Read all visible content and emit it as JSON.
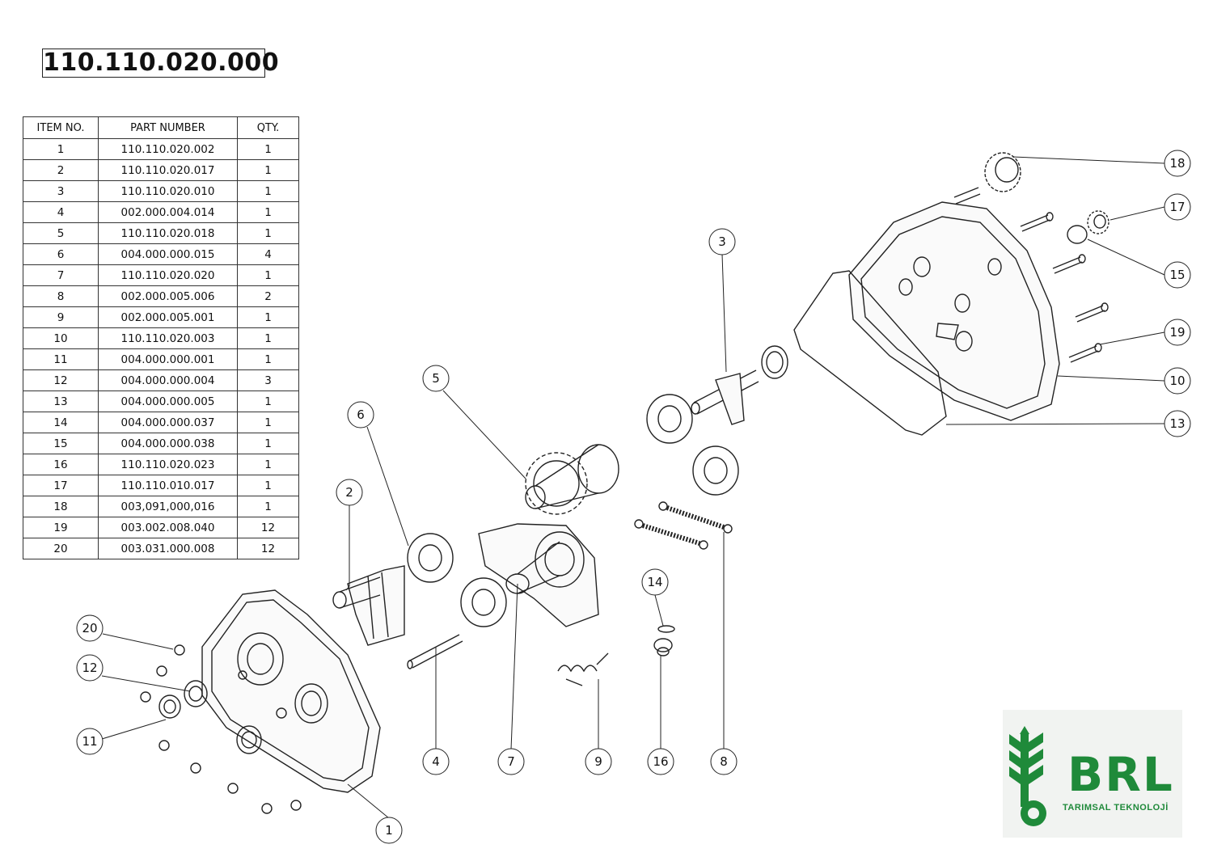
{
  "drawing_number": "110.110.020.000",
  "bom": {
    "headers": [
      "ITEM NO.",
      "PART NUMBER",
      "QTY."
    ],
    "rows": [
      [
        "1",
        "110.110.020.002",
        "1"
      ],
      [
        "2",
        "110.110.020.017",
        "1"
      ],
      [
        "3",
        "110.110.020.010",
        "1"
      ],
      [
        "4",
        "002.000.004.014",
        "1"
      ],
      [
        "5",
        "110.110.020.018",
        "1"
      ],
      [
        "6",
        "004.000.000.015",
        "4"
      ],
      [
        "7",
        "110.110.020.020",
        "1"
      ],
      [
        "8",
        "002.000.005.006",
        "2"
      ],
      [
        "9",
        "002.000.005.001",
        "1"
      ],
      [
        "10",
        "110.110.020.003",
        "1"
      ],
      [
        "11",
        "004.000.000.001",
        "1"
      ],
      [
        "12",
        "004.000.000.004",
        "3"
      ],
      [
        "13",
        "004.000.000.005",
        "1"
      ],
      [
        "14",
        "004.000.000.037",
        "1"
      ],
      [
        "15",
        "004.000.000.038",
        "1"
      ],
      [
        "16",
        "110.110.020.023",
        "1"
      ],
      [
        "17",
        "110.110.010.017",
        "1"
      ],
      [
        "18",
        "003,091,000,016",
        "1"
      ],
      [
        "19",
        "003.002.008.040",
        "12"
      ],
      [
        "20",
        "003.031.000.008",
        "12"
      ]
    ]
  },
  "balloons": [
    "1",
    "2",
    "3",
    "4",
    "5",
    "6",
    "7",
    "8",
    "9",
    "10",
    "11",
    "12",
    "13",
    "14",
    "15",
    "16",
    "17",
    "18",
    "19",
    "20"
  ],
  "logo": {
    "brand": "BRL",
    "subtitle": "TARIMSAL TEKNOLOJİ",
    "color": "#1f8a3a"
  }
}
